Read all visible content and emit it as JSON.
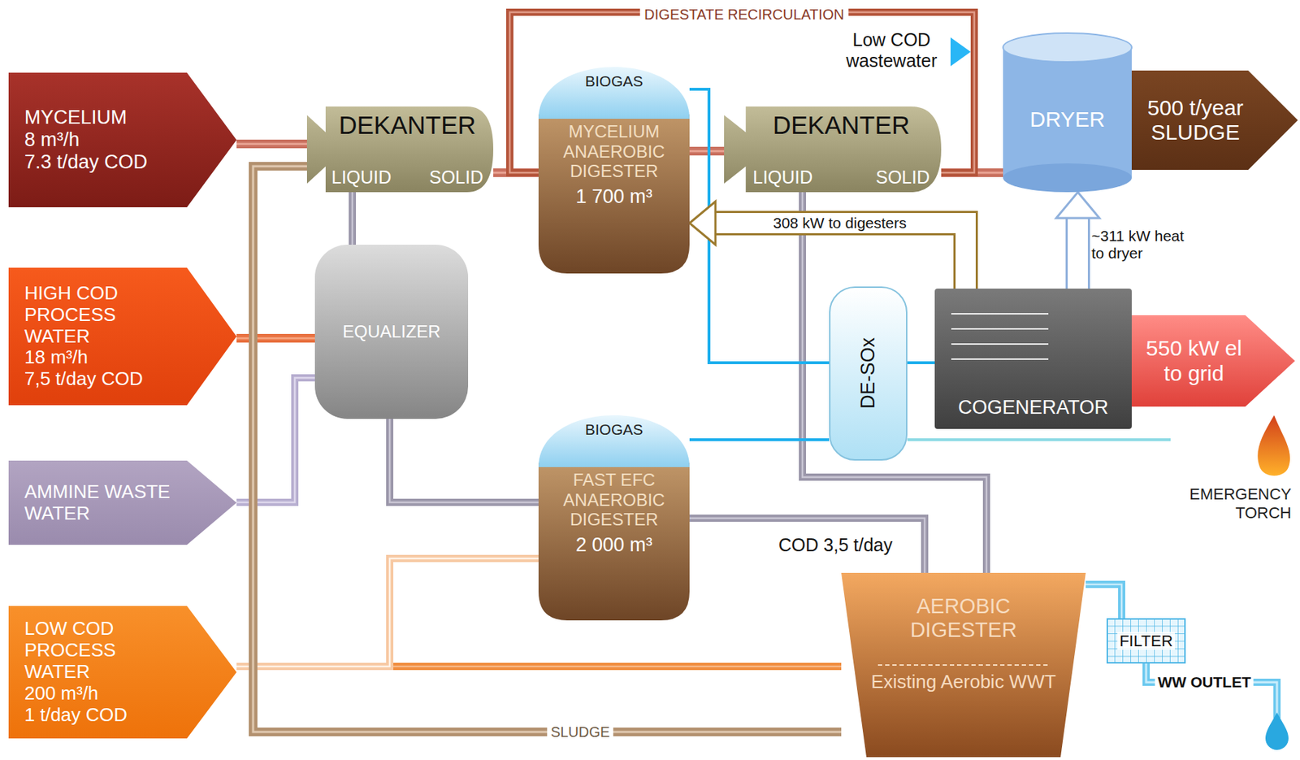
{
  "diagram": {
    "nodes": [
      {
        "text": [
          "MYCELIUM",
          "8 m³/h",
          "7.3 t/day COD"
        ]
      },
      {
        "text": [
          "HIGH COD PROCESS WATER",
          "18 m³/h",
          "7,5 t/day COD"
        ]
      },
      {
        "text": [
          "AMMINE WASTE WATER"
        ]
      },
      {
        "text": [
          "LOW COD PROCESS WATER",
          "200 m³/h",
          "1 t/day COD"
        ]
      },
      {
        "text": [
          "DEKANTER",
          "LIQUID",
          "SOLID"
        ]
      },
      {
        "text": [
          "EQUALIZER"
        ]
      },
      {
        "text": [
          "BIOGAS",
          "MYCELIUM ANAEROBIC DIGESTER",
          "1 700 m³"
        ]
      },
      {
        "text": [
          "DEKANTER",
          "LIQUID",
          "SOLID"
        ]
      },
      {
        "text": [
          "BIOGAS",
          "FAST EFC ANAEROBIC DIGESTER",
          "2 000 m³"
        ]
      },
      {
        "text": [
          "DRYER"
        ]
      },
      {
        "text": [
          "500 t/year SLUDGE"
        ]
      },
      {
        "text": [
          "DE-SOx"
        ]
      },
      {
        "text": [
          "COGENERATOR"
        ]
      },
      {
        "text": [
          "550 kW el to grid"
        ]
      },
      {
        "text": [
          "EMERGENCY TORCH"
        ]
      },
      {
        "text": [
          "AEROBIC DIGESTER",
          "Existing Aerobic WWT"
        ]
      },
      {
        "text": [
          "FILTER"
        ]
      }
    ],
    "edges": [
      {
        "from": 0,
        "to": 4,
        "arrow": "none"
      },
      {
        "from": 4,
        "to": 6,
        "arrow": "none"
      },
      {
        "from": 4,
        "to": 5,
        "arrow": "none"
      },
      {
        "from": 1,
        "to": 5,
        "arrow": "none"
      },
      {
        "from": 2,
        "to": 5,
        "arrow": "none"
      },
      {
        "from": 6,
        "to": 7,
        "arrow": "none"
      },
      {
        "from": 7,
        "to": 9,
        "arrow": "none"
      },
      {
        "from": 7,
        "to": 15,
        "arrow": "none"
      },
      {
        "from": 5,
        "to": 8,
        "arrow": "none"
      },
      {
        "from": 8,
        "to": 15,
        "label": "COD 3,5 t/day",
        "arrow": "none"
      },
      {
        "from": 3,
        "to": 15,
        "arrow": "none"
      },
      {
        "from": 3,
        "to": 8,
        "arrow": "none"
      },
      {
        "from": 6,
        "to": 11,
        "arrow": "none"
      },
      {
        "from": 8,
        "to": 11,
        "arrow": "none"
      },
      {
        "from": 11,
        "to": 12,
        "arrow": "none"
      },
      {
        "from": 11,
        "to": 14,
        "arrow": "none"
      },
      {
        "from": 12,
        "to": 6,
        "label": "308 kW to digesters",
        "arrow": "to"
      },
      {
        "from": 12,
        "to": 9,
        "label": "~311 kW heat to dryer",
        "arrow": "to"
      },
      {
        "from": 12,
        "to": 13,
        "arrow": "none"
      },
      {
        "from": 9,
        "to": 10,
        "arrow": "none"
      },
      {
        "from": 15,
        "to": 4,
        "label": "SLUDGE",
        "arrow": "none"
      },
      {
        "from": 15,
        "to": 16,
        "arrow": "none"
      },
      {
        "from": 7,
        "to": 6,
        "label": "DIGESTATE RECIRCULATION",
        "arrow": "none"
      }
    ],
    "labels": [
      "Low COD wastewater",
      "WW OUTLET"
    ]
  }
}
